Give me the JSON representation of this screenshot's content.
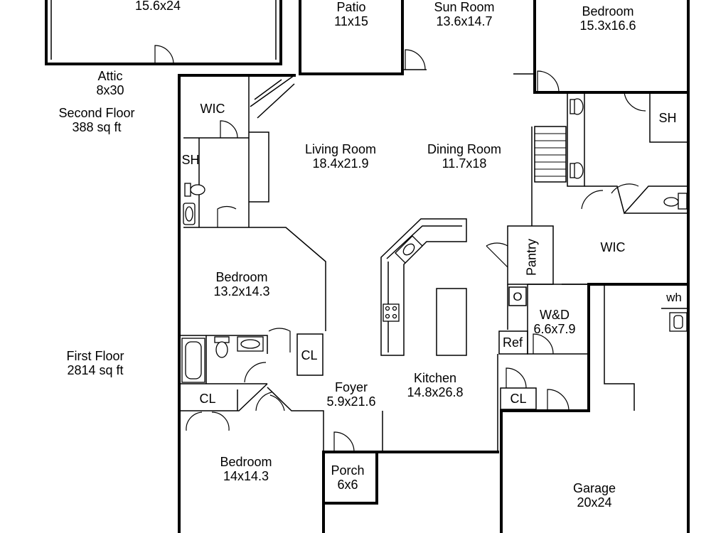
{
  "rooms": {
    "top_left_room": {
      "name": "",
      "dims": "15.6x24"
    },
    "patio": {
      "name": "Patio",
      "dims": "11x15"
    },
    "sun_room": {
      "name": "Sun Room",
      "dims": "13.6x14.7"
    },
    "bedroom_top_right": {
      "name": "Bedroom",
      "dims": "15.3x16.6"
    },
    "attic": {
      "name": "Attic",
      "dims": "8x30"
    },
    "second_floor": {
      "name": "Second Floor",
      "dims": "388 sq ft"
    },
    "wic_left": {
      "name": "WIC"
    },
    "sh_left": {
      "name": "SH"
    },
    "living_room": {
      "name": "Living Room",
      "dims": "18.4x21.9"
    },
    "dining_room": {
      "name": "Dining Room",
      "dims": "11.7x18"
    },
    "sh_right": {
      "name": "SH"
    },
    "wic_right": {
      "name": "WIC"
    },
    "pantry": {
      "name": "Pantry"
    },
    "bedroom_mid_left": {
      "name": "Bedroom",
      "dims": "13.2x14.3"
    },
    "wh": {
      "name": "wh"
    },
    "oven_o": {
      "name": "O"
    },
    "washer_dryer": {
      "name": "W&D",
      "dims": "6.6x7.9"
    },
    "ref": {
      "name": "Ref"
    },
    "first_floor": {
      "name": "First Floor",
      "dims": "2814 sq ft"
    },
    "cl_hall": {
      "name": "CL"
    },
    "cl_bath": {
      "name": "CL"
    },
    "foyer": {
      "name": "Foyer",
      "dims": "5.9x21.6"
    },
    "kitchen": {
      "name": "Kitchen",
      "dims": "14.8x26.8"
    },
    "cl_kitchen": {
      "name": "CL"
    },
    "bedroom_bottom_left": {
      "name": "Bedroom",
      "dims": "14x14.3"
    },
    "porch": {
      "name": "Porch",
      "dims": "6x6"
    },
    "garage": {
      "name": "Garage",
      "dims": "20x24"
    }
  },
  "icons": [
    "door-swing-icon",
    "toilet-icon",
    "sink-icon",
    "bathtub-icon",
    "stove-icon",
    "stair-icon",
    "water-heater-icon"
  ]
}
